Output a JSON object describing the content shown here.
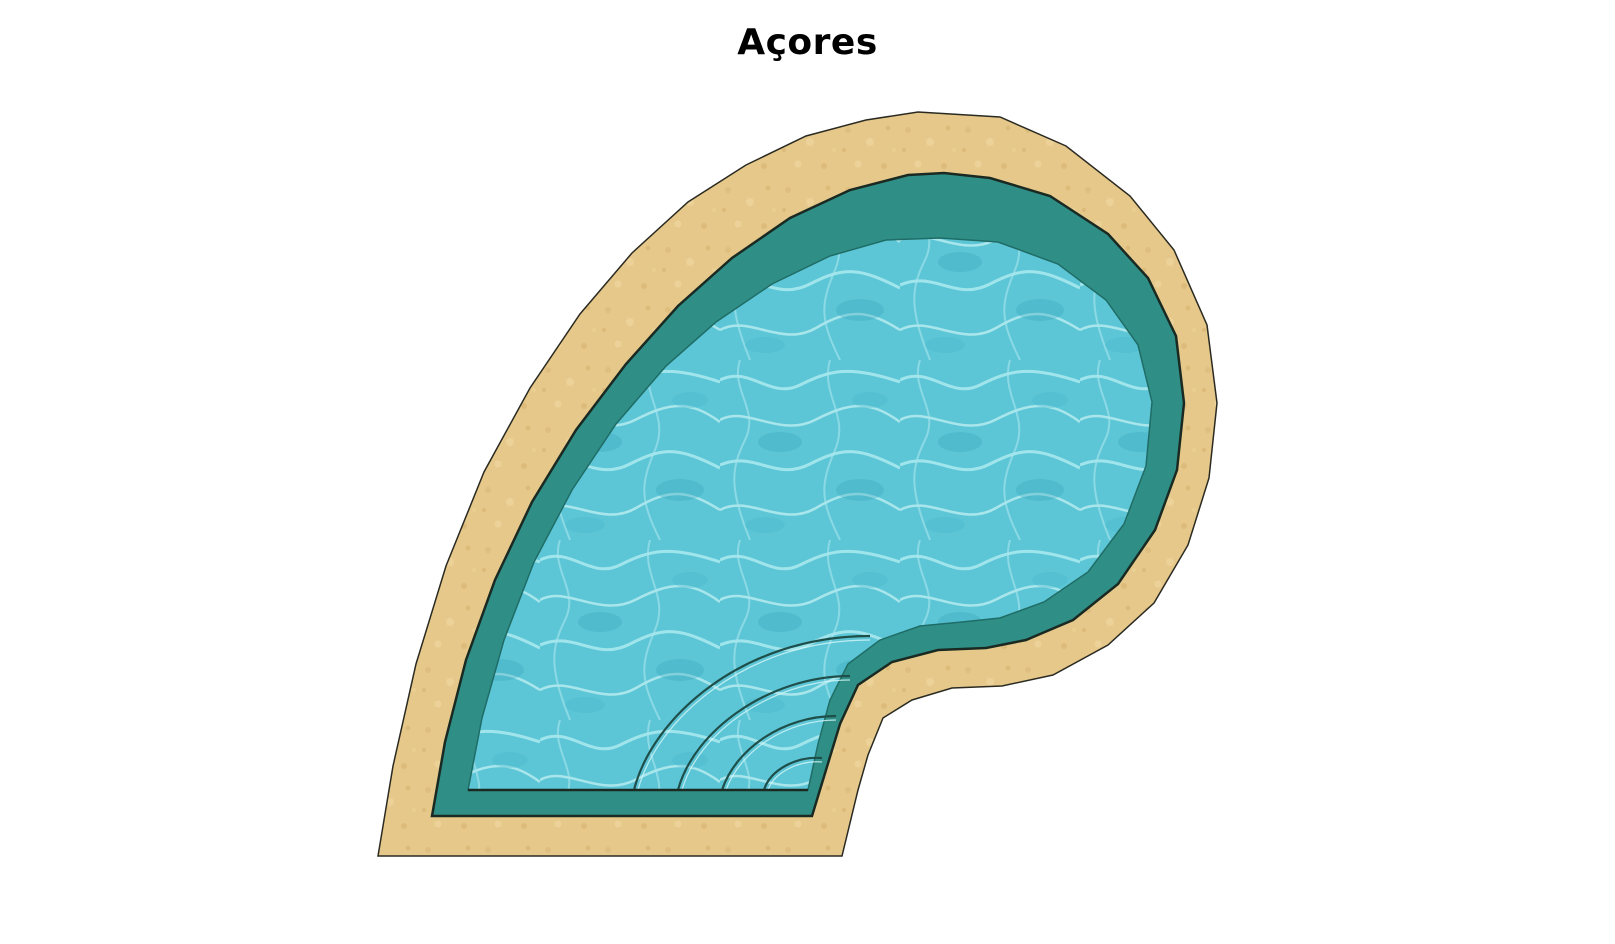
{
  "title": "Açores",
  "pool": {
    "shape": "teardrop-pool-with-corner-steps",
    "steps": 4,
    "colors": {
      "deck": "#e6c98a",
      "deck_shade": "#cfae6a",
      "outline": "#1a2a22",
      "pool_wall": "#2f8f86",
      "pool_wall_dark": "#1f6d66",
      "water": "#5cc6d6",
      "water_light": "#b8eef2",
      "water_dark": "#3aa7bd"
    },
    "icons": {
      "deck": "sand-stone-coping",
      "water": "water-texture",
      "steps": "curved-steps"
    }
  }
}
